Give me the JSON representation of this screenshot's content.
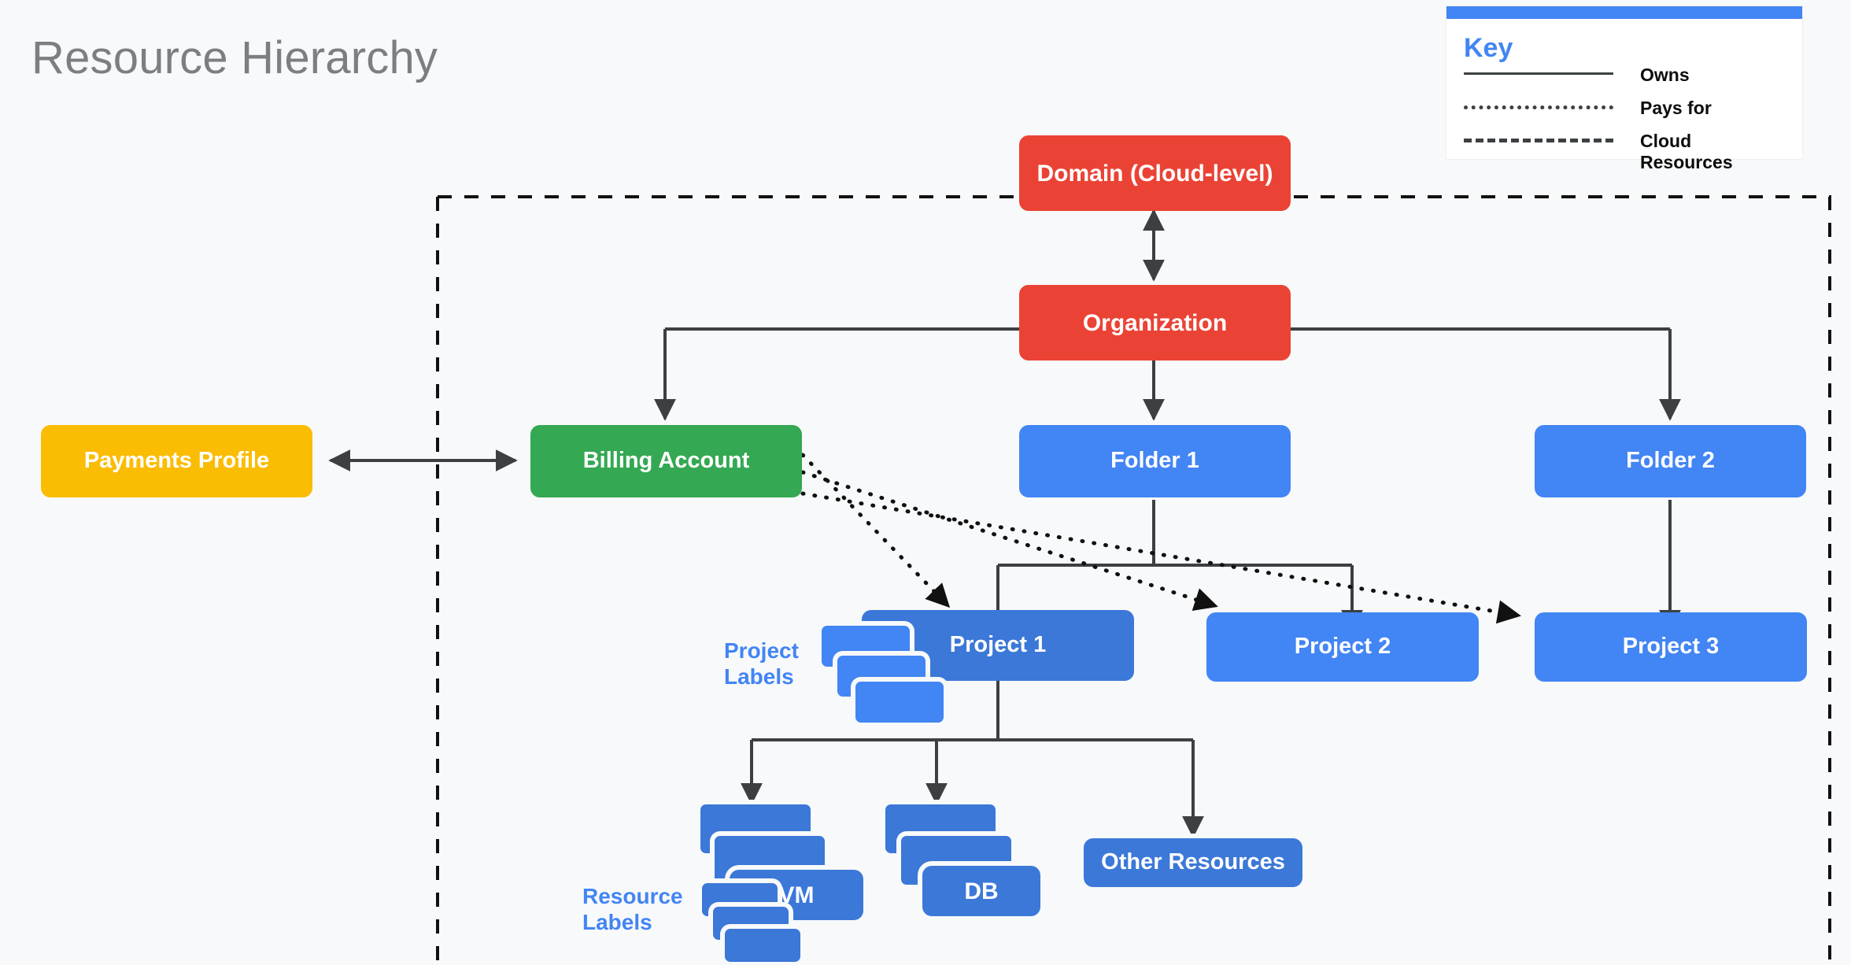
{
  "page": {
    "title": "Resource Hierarchy",
    "background": "#f8f9fa"
  },
  "colors": {
    "red": "#ea4335",
    "green": "#34a853",
    "yellow": "#fbbc04",
    "blue": "#4285f4",
    "dark_blue": "#3b78d8",
    "line": "#3c4043",
    "accent": "#4285f4",
    "title_text": "#7b7f83"
  },
  "legend": {
    "title": "Key",
    "accent_bar_color": "#4285f4",
    "items": [
      {
        "style": "solid",
        "label": "Owns"
      },
      {
        "style": "dotted",
        "label": "Pays for"
      },
      {
        "style": "dashed",
        "label": "Cloud Resources"
      }
    ]
  },
  "nodes": {
    "domain": "Domain (Cloud-level)",
    "organization": "Organization",
    "payments_profile": "Payments Profile",
    "billing_account": "Billing Account",
    "folder1": "Folder 1",
    "folder2": "Folder 2",
    "project1": "Project 1",
    "project2": "Project 2",
    "project3": "Project 3",
    "vm": "VM",
    "db": "DB",
    "other_resources": "Other Resources"
  },
  "annotations": {
    "project_labels": "Project\nLabels",
    "project_labels_line1": "Project",
    "project_labels_line2": "Labels",
    "resource_labels_line1": "Resource",
    "resource_labels_line2": "Labels"
  },
  "relations": [
    {
      "from": "Domain (Cloud-level)",
      "to": "Organization",
      "type": "owns",
      "bidirectional": true
    },
    {
      "from": "Payments Profile",
      "to": "Billing Account",
      "type": "owns",
      "bidirectional": true
    },
    {
      "from": "Organization",
      "to": "Billing Account",
      "type": "owns"
    },
    {
      "from": "Organization",
      "to": "Folder 1",
      "type": "owns"
    },
    {
      "from": "Organization",
      "to": "Folder 2",
      "type": "owns"
    },
    {
      "from": "Folder 1",
      "to": "Project 1",
      "type": "owns"
    },
    {
      "from": "Folder 1",
      "to": "Project 2",
      "type": "owns"
    },
    {
      "from": "Folder 2",
      "to": "Project 3",
      "type": "owns"
    },
    {
      "from": "Project 1",
      "to": "VM",
      "type": "owns"
    },
    {
      "from": "Project 1",
      "to": "DB",
      "type": "owns"
    },
    {
      "from": "Project 1",
      "to": "Other Resources",
      "type": "owns"
    },
    {
      "from": "Billing Account",
      "to": "Project 1",
      "type": "pays for"
    },
    {
      "from": "Billing Account",
      "to": "Project 2",
      "type": "pays for"
    },
    {
      "from": "Billing Account",
      "to": "Project 3",
      "type": "pays for"
    }
  ],
  "cloud_resources_boundary": {
    "style": "dashed",
    "contains": [
      "Billing Account",
      "Folder 1",
      "Folder 2",
      "Project 1",
      "Project 2",
      "Project 3",
      "VM",
      "DB",
      "Other Resources"
    ]
  }
}
